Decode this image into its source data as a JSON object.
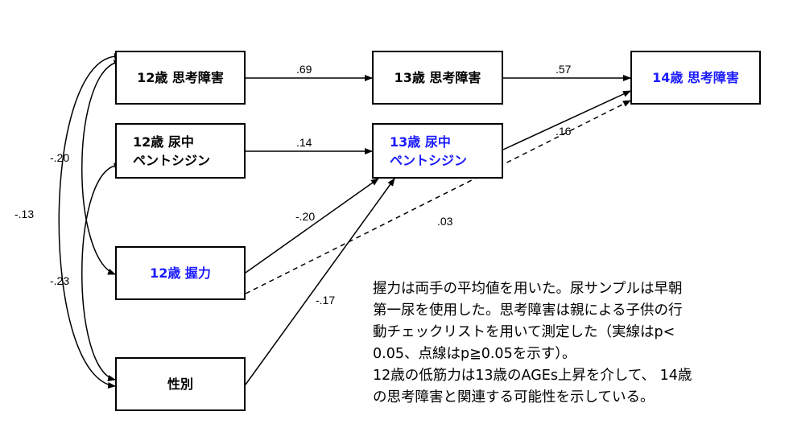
{
  "nodes": {
    "a12_shikou": "12歳 思考障害",
    "a13_shikou": "13歳 思考障害",
    "a14_shikou": "14歳 思考障害",
    "a12_nyo": "12歳 尿中\nペントシジン",
    "a13_nyo": "13歳 尿中\nペントシジン",
    "a12_akuryoku": "12歳 握力",
    "seibetsu": "性別"
  },
  "paths": {
    "p69": ".69",
    "p57": ".57",
    "p14": ".14",
    "p16": ".16",
    "p20": "-.20",
    "p03": ".03",
    "p17": "-.17",
    "c20": "-.20",
    "c13": "-.13",
    "c23": "-.23"
  },
  "note": "握力は両手の平均値を用いた。尿サンプルは早朝\n第一尿を使用した。思考障害は親による子供の行\n動チェックリストを用いて測定した（実線はp<\n0.05、点線はp≧0.05を示す）。\n12歳の低筋力は13歳のAGEs上昇を介して、 14歳\nの思考障害と関連する可能性を示している。",
  "colors": {
    "highlight": "#1a1aff",
    "line": "#000000"
  }
}
